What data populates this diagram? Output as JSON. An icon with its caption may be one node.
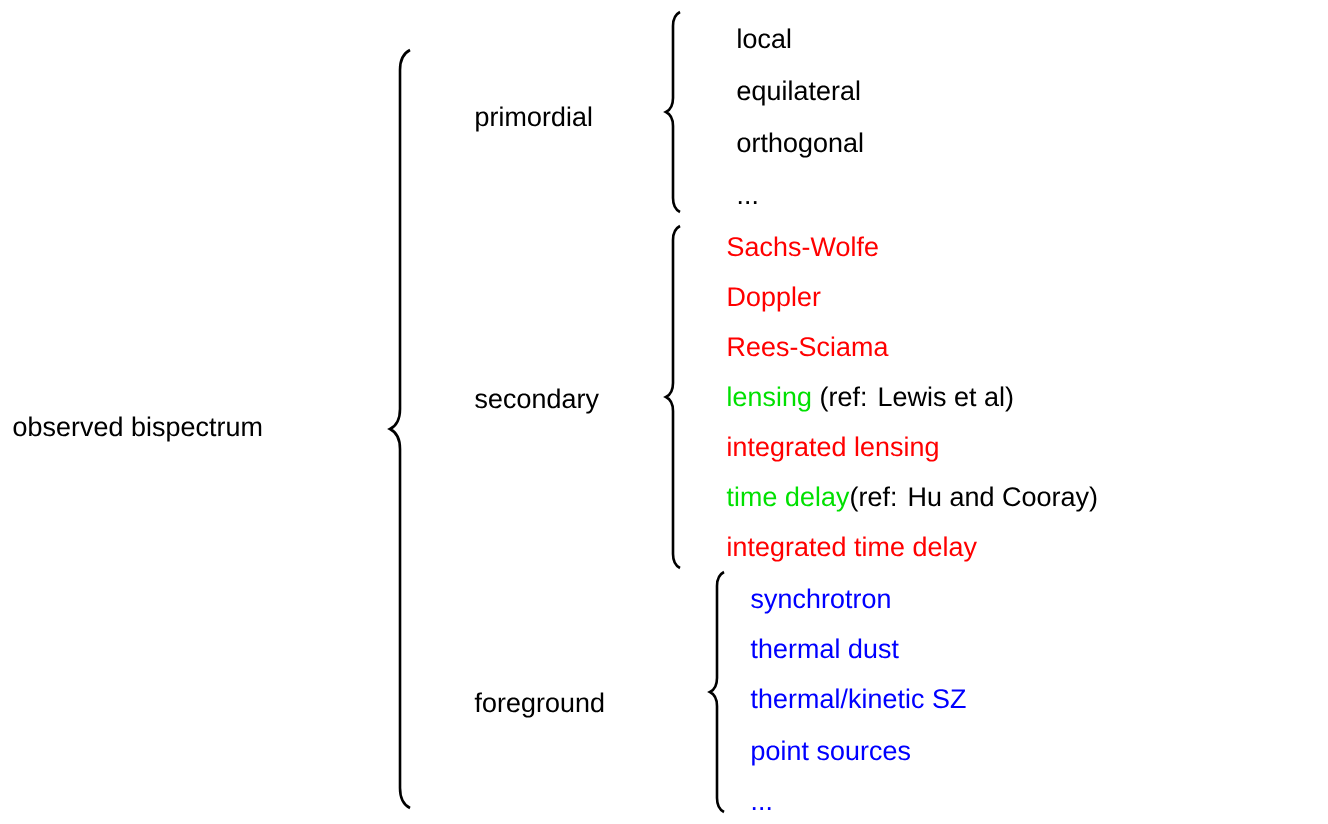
{
  "diagram": {
    "nodes": [
      {
        "text": [
          "observed bispectrum"
        ]
      },
      {
        "text": [
          "primordial"
        ]
      },
      {
        "text": [
          "local"
        ]
      },
      {
        "text": [
          "equilateral"
        ]
      },
      {
        "text": [
          "orthogonal"
        ]
      },
      {
        "text": [
          "..."
        ]
      },
      {
        "text": [
          "secondary"
        ]
      },
      {
        "text": [
          "Sachs-Wolfe"
        ]
      },
      {
        "text": [
          "Doppler"
        ]
      },
      {
        "text": [
          "Rees-Sciama"
        ]
      },
      {
        "text": [
          "lensing",
          "(ref: Lewis et al)"
        ]
      },
      {
        "text": [
          "integrated lensing"
        ]
      },
      {
        "text": [
          "time delay",
          "(ref: Hu and Cooray)"
        ]
      },
      {
        "text": [
          "integrated time delay"
        ]
      },
      {
        "text": [
          "foreground"
        ]
      },
      {
        "text": [
          "synchrotron"
        ]
      },
      {
        "text": [
          "thermal dust"
        ]
      },
      {
        "text": [
          "thermal/kinetic SZ"
        ]
      },
      {
        "text": [
          "point sources"
        ]
      },
      {
        "text": [
          "..."
        ]
      }
    ]
  }
}
